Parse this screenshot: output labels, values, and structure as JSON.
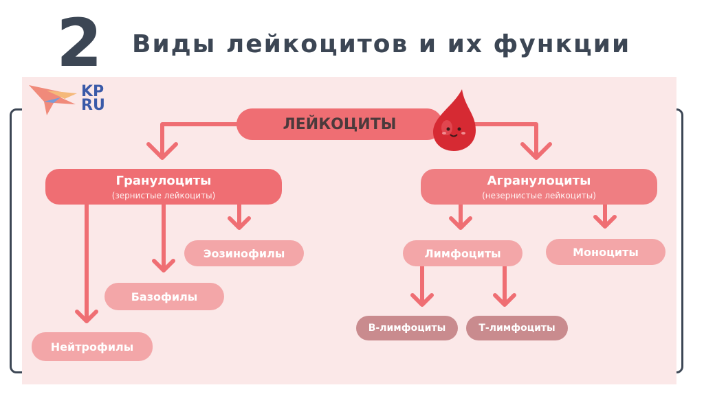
{
  "slide": {
    "number": "2",
    "title": "Виды лейкоцитов и их функции"
  },
  "logo": {
    "text_line1": "KP",
    "text_line2": "RU",
    "icon": "swallow-bird-icon"
  },
  "diagram": {
    "root": "ЛЕЙКОЦИТЫ",
    "mascot": "blood-drop-icon",
    "granulocytes": {
      "label": "Гранулоциты",
      "sublabel": "(зернистые лейкоциты)",
      "children": [
        "Эозинофилы",
        "Базофилы",
        "Нейтрофилы"
      ]
    },
    "agranulocytes": {
      "label": "Агранулоциты",
      "sublabel": "(незернистые лейкоциты)",
      "children": [
        "Лимфоциты",
        "Моноциты"
      ]
    },
    "lymphocytes_children": [
      "В-лимфоциты",
      "Т-лимфоциты"
    ]
  },
  "colors": {
    "title": "#3c4654",
    "panel_bg": "#fbe8e8",
    "arrow": "#ef6e73",
    "node_primary": "#ef6e73",
    "node_secondary": "#f3a6a8",
    "node_tertiary": "#c98b8e"
  }
}
